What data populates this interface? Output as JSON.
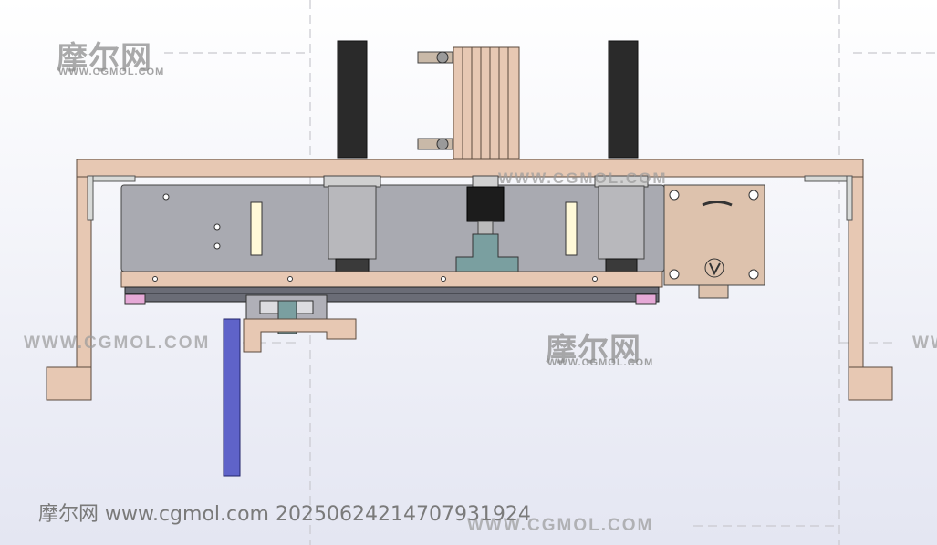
{
  "watermarks": {
    "cn_1": "摩尔网",
    "url_1": "WWW.CGMOL.COM",
    "cn_2": "摩尔网",
    "url_2": "WWW.CGMOL.COM",
    "line_left": "WWW.CGMOL.COM",
    "line_right": "WWW",
    "line_top_center": "WWW.CGMOL.COM",
    "line_bottom": "WWW.CGMOL.COM"
  },
  "footer": {
    "text": "摩尔网 www.cgmol.com 20250624214707931924"
  },
  "colors": {
    "frame": "#e7c8b3",
    "frame_edge": "#5b4a3e",
    "panel": "#a9aab1",
    "motor_plate": "#ddc2ad",
    "rail": "#4a4c56",
    "handle": "#5f63c9",
    "dark_cylinder": "#2a2a2a",
    "teal_block": "#7a9fa0",
    "pink_block": "#e6a9d7"
  }
}
